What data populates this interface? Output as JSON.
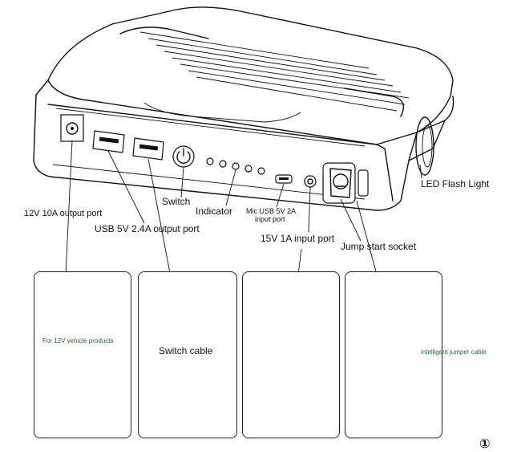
{
  "labels": {
    "led_flash_light": "LED Flash Light",
    "switch": "Switch",
    "indicator": "Indicator",
    "mic_usb_line1": "Mic USB 5V 2A",
    "mic_usb_line2": "input port",
    "input_15v": "15V 1A input port",
    "jump_start_socket": "Jump start socket",
    "output_12v": "12V 10A output port",
    "usb_output": "USB 5V 2.4A output port",
    "vehicle_products": "For 12V vehicle products",
    "switch_cable": "Switch cable",
    "jumper_cable": "intelligent jumper cable",
    "page_number": "①"
  }
}
